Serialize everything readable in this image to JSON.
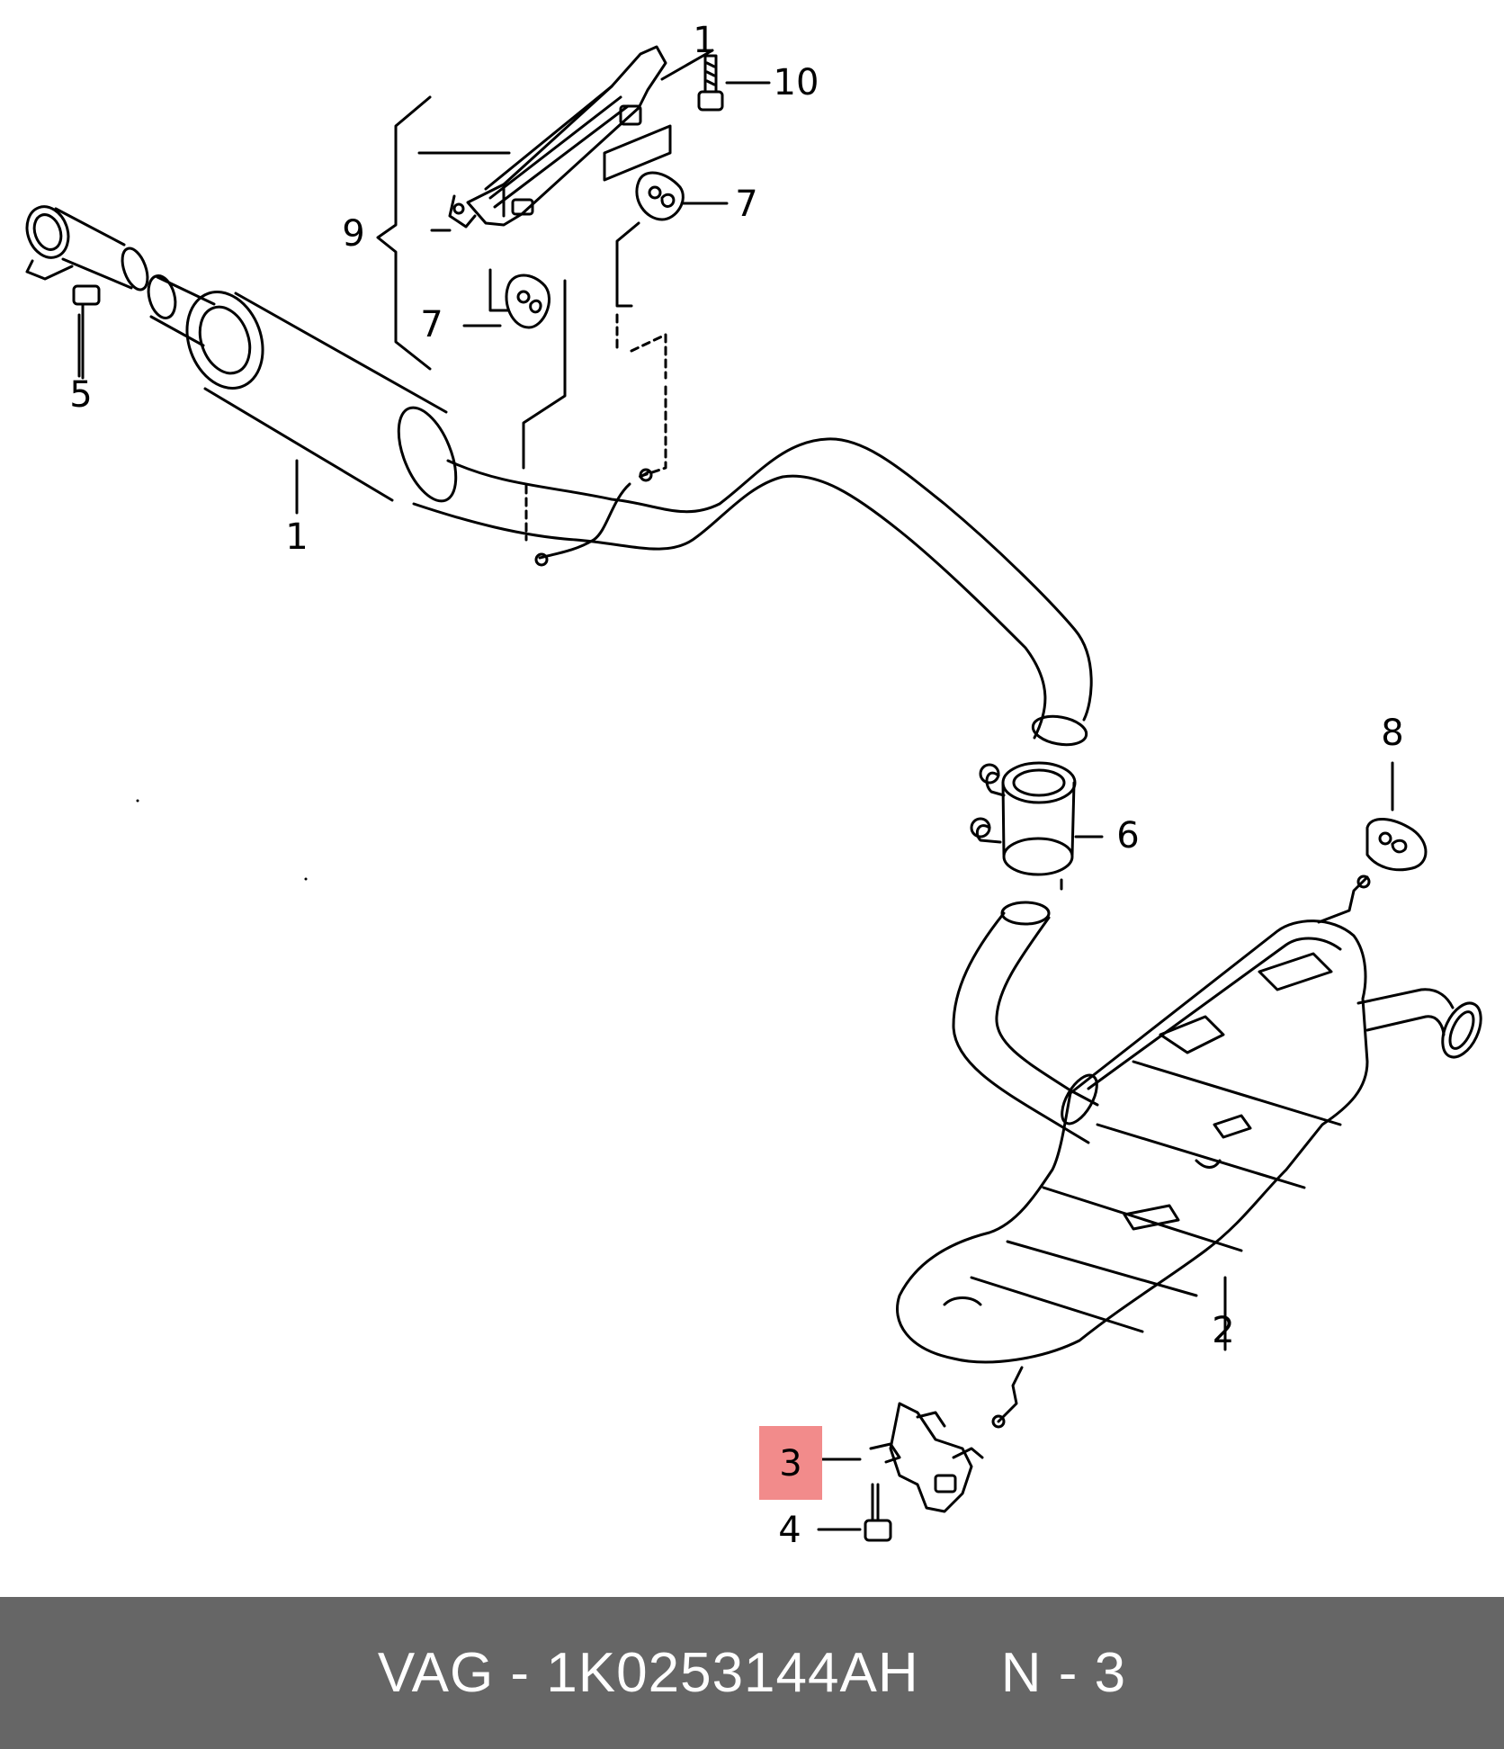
{
  "diagram": {
    "callouts": {
      "c1_top": "1",
      "c10": "10",
      "c9": "9",
      "c7_right": "7",
      "c7_left": "7",
      "c5": "5",
      "c1_muffler": "1",
      "c8": "8",
      "c6": "6",
      "c2": "2",
      "c3": "3",
      "c4": "4"
    },
    "highlight_color": "#f28b8b"
  },
  "footer": {
    "brand": "VAG",
    "separator": " - ",
    "part_number": "1K0253144AH",
    "gap": "     ",
    "position_label": "N - 3"
  },
  "colors": {
    "footer_bg": "#666666",
    "footer_text": "#ffffff",
    "line": "#000000"
  }
}
